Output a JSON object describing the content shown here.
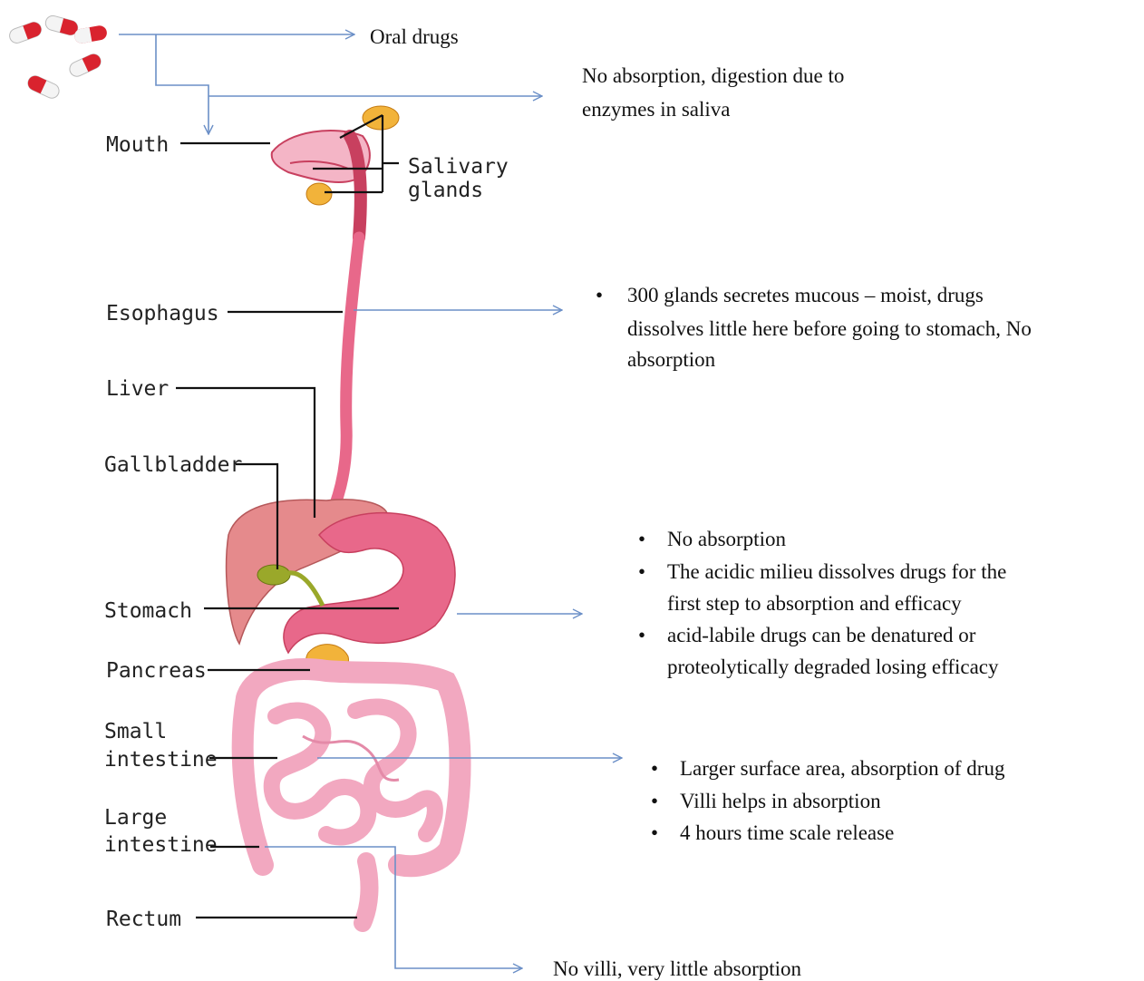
{
  "colors": {
    "arrow": "#6b8fc7",
    "leader": "#111111",
    "tract": "#e8688a",
    "tract_dark": "#c8405f",
    "intestine": "#f2a8c0",
    "liver": "#e58a8c",
    "gland": "#f2b33a",
    "gallbladder": "#9aa82a",
    "pill_red": "#d9232e",
    "pill_white": "#f4f4f4"
  },
  "icons": [
    "pills-icon"
  ],
  "labels": {
    "oral_drugs": "Oral drugs",
    "mouth": "Mouth",
    "salivary_1": "Salivary",
    "salivary_2": "glands",
    "esophagus": "Esophagus",
    "liver": "Liver",
    "gallbladder": "Gallbladder",
    "stomach": "Stomach",
    "pancreas": "Pancreas",
    "small_1": "Small",
    "small_2": "intestine",
    "large_1": "Large",
    "large_2": "intestine",
    "rectum": "Rectum"
  },
  "notes": {
    "mouth_line1": "No absorption,  digestion  due to",
    "mouth_line2": "enzymes  in  saliva",
    "esophagus_line1": "300 glands  secretes mucous – moist,  drugs",
    "esophagus_line2": "dissolves  little  here before going  to stomach,  No",
    "esophagus_line3": "absorption",
    "stomach_1": "No absorption",
    "stomach_2a": "The acidic milieu  dissolves  drugs for the",
    "stomach_2b": "first  step to absorption  and efficacy",
    "stomach_3a": "acid-labile  drugs can be denatured  or",
    "stomach_3b": "proteolytically  degraded losing  efficacy",
    "small_1": "Larger  surface area, absorption  of drug",
    "small_2": "Villi  helps in  absorption",
    "small_3": "4 hours time  scale release",
    "large": "No villi,  very  little  absorption"
  }
}
